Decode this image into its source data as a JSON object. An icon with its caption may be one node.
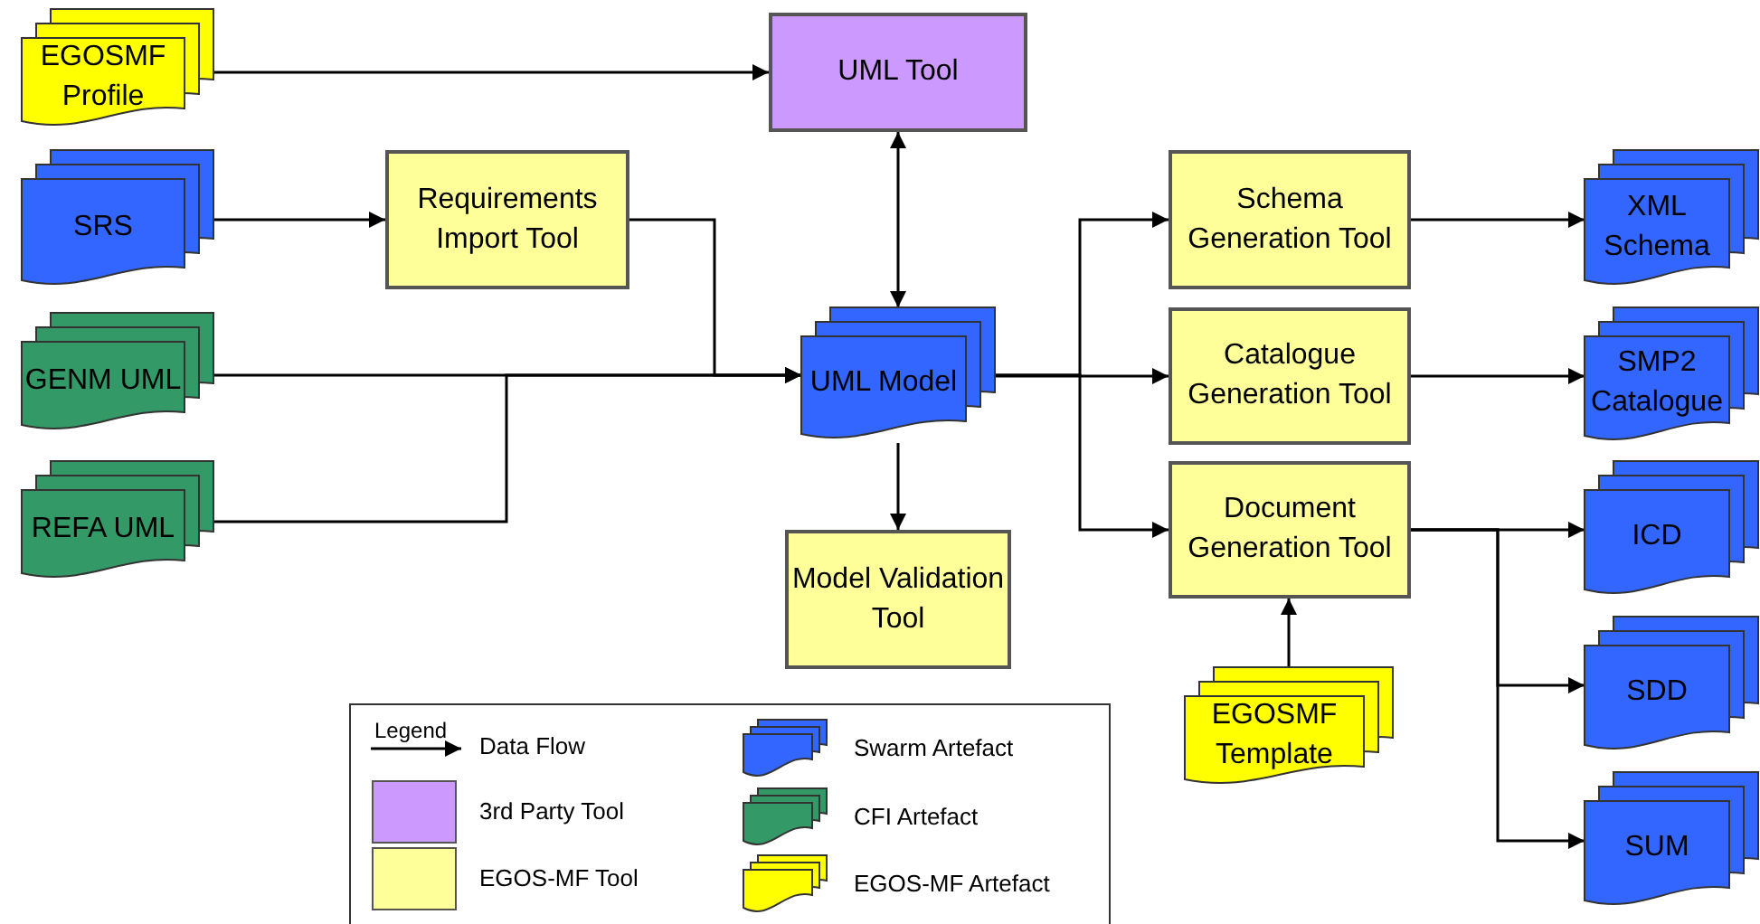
{
  "diagram": {
    "nodes": [
      {
        "text": [
          "EGOSMF Profile"
        ]
      },
      {
        "text": [
          "UML Tool"
        ]
      },
      {
        "text": [
          "SRS"
        ]
      },
      {
        "text": [
          "Requirements Import Tool"
        ]
      },
      {
        "text": [
          "GENM UML"
        ]
      },
      {
        "text": [
          "UML Model"
        ]
      },
      {
        "text": [
          "REFA UML"
        ]
      },
      {
        "text": [
          "Model Validation Tool"
        ]
      },
      {
        "text": [
          "Schema Generation Tool"
        ]
      },
      {
        "text": [
          "XML Schema"
        ]
      },
      {
        "text": [
          "Catalogue Generation Tool"
        ]
      },
      {
        "text": [
          "SMP2 Catalogue"
        ]
      },
      {
        "text": [
          "Document Generation Tool"
        ]
      },
      {
        "text": [
          "ICD"
        ]
      },
      {
        "text": [
          "SDD"
        ]
      },
      {
        "text": [
          "EGOSMF Template"
        ]
      },
      {
        "text": [
          "SUM"
        ]
      }
    ],
    "edges": [
      {
        "from": 0,
        "to": 1,
        "arrow": "to"
      },
      {
        "from": 2,
        "to": 3,
        "arrow": "to"
      },
      {
        "from": 3,
        "to": 5,
        "arrow": "to"
      },
      {
        "from": 4,
        "to": 5,
        "arrow": "to"
      },
      {
        "from": 6,
        "to": 5,
        "arrow": "to"
      },
      {
        "from": 1,
        "to": 5,
        "arrow": "both"
      },
      {
        "from": 5,
        "to": 7,
        "arrow": "to"
      },
      {
        "from": 5,
        "to": 8,
        "arrow": "to"
      },
      {
        "from": 5,
        "to": 10,
        "arrow": "to"
      },
      {
        "from": 5,
        "to": 12,
        "arrow": "to"
      },
      {
        "from": 8,
        "to": 9,
        "arrow": "to"
      },
      {
        "from": 10,
        "to": 11,
        "arrow": "to"
      },
      {
        "from": 12,
        "to": 13,
        "arrow": "to"
      },
      {
        "from": 12,
        "to": 14,
        "arrow": "to"
      },
      {
        "from": 12,
        "to": 16,
        "arrow": "to"
      },
      {
        "from": 15,
        "to": 12,
        "arrow": "to"
      }
    ],
    "labels": [
      "Legend"
    ],
    "legend": [
      {
        "text": "Data Flow"
      },
      {
        "text": "3rd Party Tool",
        "color": "#cc99ff"
      },
      {
        "text": "EGOS-MF Tool",
        "color": "#ffff99"
      },
      {
        "text": "Swarm Artefact"
      },
      {
        "text": "CFI Artefact"
      },
      {
        "text": "EGOS-MF Artefact"
      }
    ]
  }
}
